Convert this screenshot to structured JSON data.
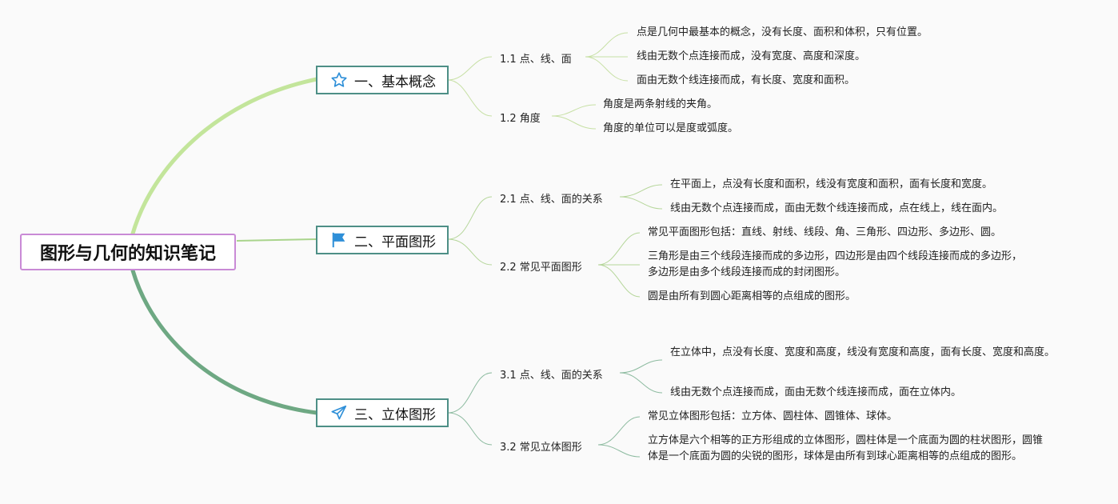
{
  "root": {
    "title": "图形与几何的知识笔记"
  },
  "colors": {
    "branch1": "#c3e59b",
    "branch2": "#a9d48c",
    "branch3": "#6ea883",
    "border_branch": "#4d8f86",
    "border_root": "#c98ad6",
    "icon_blue": "#2e8fd8"
  },
  "branches": [
    {
      "label": "一、基本概念",
      "icon": "star-icon",
      "subs": [
        {
          "label": "1.1 点、线、面",
          "leaves": [
            "点是几何中最基本的概念，没有长度、面积和体积，只有位置。",
            "线由无数个点连接而成，没有宽度、高度和深度。",
            "面由无数个线连接而成，有长度、宽度和面积。"
          ]
        },
        {
          "label": "1.2 角度",
          "leaves": [
            "角度是两条射线的夹角。",
            "角度的单位可以是度或弧度。"
          ]
        }
      ]
    },
    {
      "label": "二、平面图形",
      "icon": "flag-icon",
      "subs": [
        {
          "label": "2.1 点、线、面的关系",
          "leaves": [
            "在平面上，点没有长度和面积，线没有宽度和面积，面有长度和宽度。",
            "线由无数个点连接而成，面由无数个线连接而成，点在线上，线在面内。"
          ]
        },
        {
          "label": "2.2 常见平面图形",
          "leaves": [
            "常见平面图形包括：直线、射线、线段、角、三角形、四边形、多边形、圆。",
            "三角形是由三个线段连接而成的多边形，四边形是由四个线段连接而成的多边形，多边形是由多个线段连接而成的封闭图形。",
            "圆是由所有到圆心距离相等的点组成的图形。"
          ]
        }
      ]
    },
    {
      "label": "三、立体图形",
      "icon": "paper-plane-icon",
      "subs": [
        {
          "label": "3.1 点、线、面的关系",
          "leaves": [
            "在立体中，点没有长度、宽度和高度，线没有宽度和高度，面有长度、宽度和高度。",
            "线由无数个点连接而成，面由无数个线连接而成，面在立体内。"
          ]
        },
        {
          "label": "3.2 常见立体图形",
          "leaves": [
            "常见立体图形包括：立方体、圆柱体、圆锥体、球体。",
            "立方体是六个相等的正方形组成的立体图形，圆柱体是一个底面为圆的柱状图形，圆锥体是一个底面为圆的尖锐的图形，球体是由所有到球心距离相等的点组成的图形。"
          ]
        }
      ]
    }
  ]
}
